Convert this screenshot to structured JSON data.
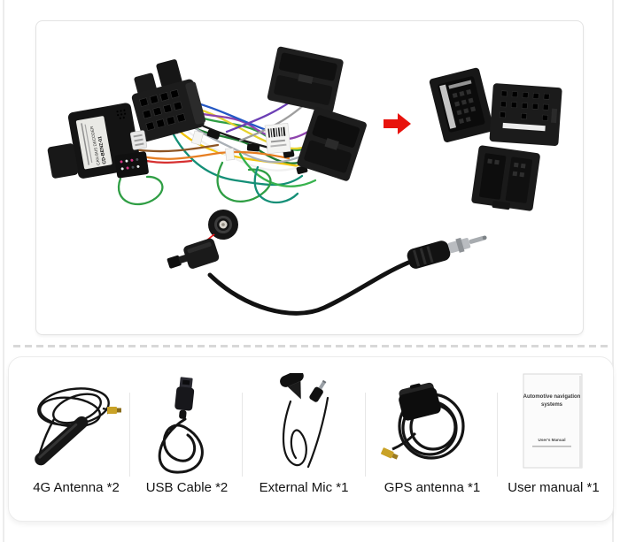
{
  "figure": {
    "kind": "car-stereo-wiring-harness-product-photo"
  },
  "top_panel": {
    "decoder_box": {
      "line1": "CAN BUS DECODER",
      "line2": "CD-BENZ-01"
    },
    "arrow_color": "#e8130d",
    "callout_color": "#f01414"
  },
  "manual": {
    "title_line1": "Automotive navigation",
    "title_line2": "systems",
    "subtitle": "User's Manual"
  },
  "accessories": [
    {
      "label": "4G Antenna *2",
      "icon": "4g-antenna-photo"
    },
    {
      "label": "USB Cable *2",
      "icon": "usb-cable-photo"
    },
    {
      "label": "External Mic *1",
      "icon": "external-mic-photo"
    },
    {
      "label": "GPS antenna *1",
      "icon": "gps-antenna-photo"
    },
    {
      "label": "User manual *1",
      "icon": "user-manual-photo"
    }
  ],
  "colors": {
    "gold_connector": "#c9a227",
    "card_border": "#e3e3e3",
    "divider": "#e7e7e7",
    "dash": "#d8d8d8"
  }
}
